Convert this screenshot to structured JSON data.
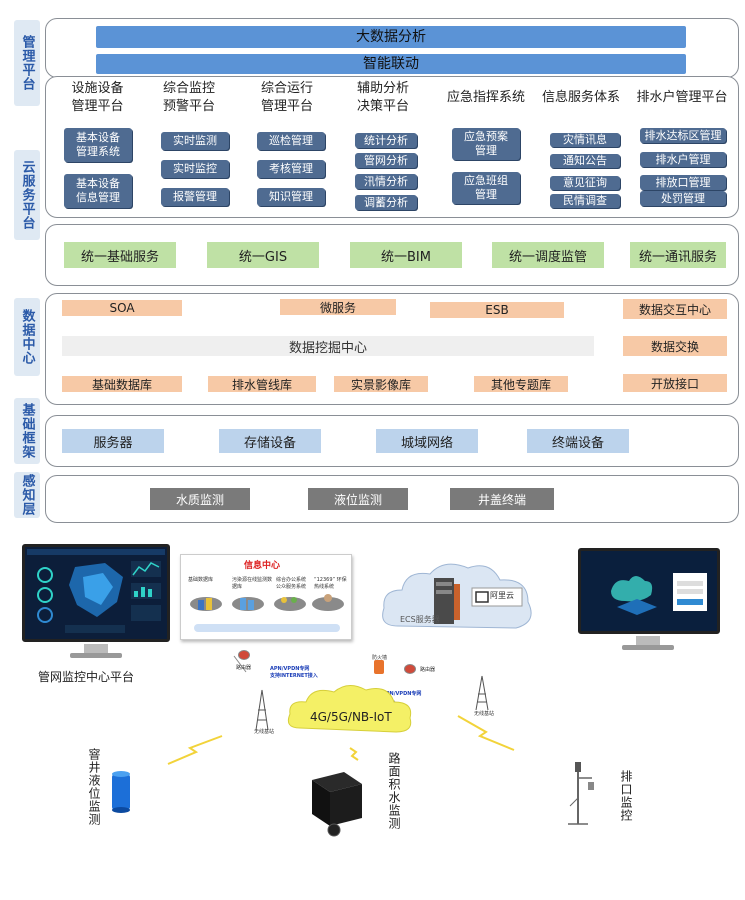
{
  "side_labels": {
    "management": "管理平台",
    "cloud": "云服务平台",
    "data_center": "数据中心",
    "infrastructure": "基础框架",
    "perception": "感知层"
  },
  "management_bars": [
    "大数据分析",
    "智能联动"
  ],
  "cloud_columns": [
    {
      "title": "设施设备\n管理平台",
      "items": [
        "基本设备\n管理系统",
        "基本设备\n信息管理"
      ]
    },
    {
      "title": "综合监控\n预警平台",
      "items": [
        "实时监测",
        "实时监控",
        "报警管理"
      ]
    },
    {
      "title": "综合运行\n管理平台",
      "items": [
        "巡检管理",
        "考核管理",
        "知识管理"
      ]
    },
    {
      "title": "辅助分析\n决策平台",
      "items": [
        "统计分析",
        "管网分析",
        "汛情分析",
        "调蓄分析"
      ]
    },
    {
      "title": "应急指挥系统",
      "items": [
        "应急预案\n管理",
        "应急班组\n管理"
      ]
    },
    {
      "title": "信息服务体系",
      "items": [
        "灾情讯息",
        "通知公告",
        "意见征询",
        "民情调查"
      ]
    },
    {
      "title": "排水户管理平台",
      "items": [
        "排水达标区管理",
        "排水户管理",
        "排放口管理",
        "处罚管理"
      ]
    }
  ],
  "unified_services": [
    "统一基础服务",
    "统一GIS",
    "统一BIM",
    "统一调度监管",
    "统一通讯服务"
  ],
  "data_center": {
    "row1": [
      "SOA",
      "微服务",
      "ESB",
      "数据交互中心"
    ],
    "mining": "数据挖掘中心",
    "exchange": "数据交换",
    "row3": [
      "基础数据库",
      "排水管线库",
      "实景影像库",
      "其他专题库",
      "开放接口"
    ]
  },
  "infrastructure": [
    "服务器",
    "存储设备",
    "城域网络",
    "终端设备"
  ],
  "perception": [
    "水质监测",
    "液位监测",
    "井盖终端"
  ],
  "bottom": {
    "monitor_label": "管网监控中心平台",
    "info_center": "信息中心",
    "info_tiny": [
      "基础数据库",
      "污染源在线监测数据库",
      "综合办公系统 公众服务系统",
      "“12369” 环保热线系统"
    ],
    "ecs_label": "ECS服务器",
    "cloud_brand": "阿里云",
    "network_label": "4G/5G/NB-IoT",
    "apn_left": "APN/VPDN专网\n支持INTERNET接入",
    "apn_right": "APN/VPDN专网",
    "firewall": "防火墙",
    "router": "路由器",
    "gateway": "网关",
    "base_station": "无线基站",
    "sensor_well": "窨井液位监测",
    "sensor_road": "路面积水监测",
    "sensor_outlet": "排口监控"
  },
  "colors": {
    "blue_bar": "#5b93d6",
    "dark_box": "#4f6b91",
    "green": "#bfe1a5",
    "orange": "#f7c9a6",
    "light_blue": "#bcd3ec",
    "dark_gray": "#7a7a7a"
  }
}
